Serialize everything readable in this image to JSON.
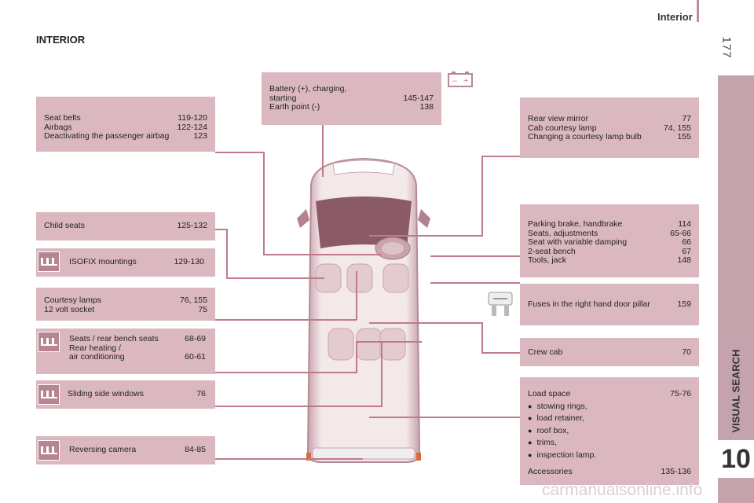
{
  "header": {
    "section": "Interior",
    "page_number": "177",
    "side_tab": "VISUAL SEARCH",
    "chapter": "10"
  },
  "title": "INTERIOR",
  "battery_icon": "battery-icon",
  "boxes": {
    "battery": {
      "rows": [
        {
          "label": "Battery (+), charging,",
          "page": ""
        },
        {
          "label": "starting",
          "page": "145-147"
        },
        {
          "label": "Earth point (-)",
          "page": "138"
        }
      ]
    },
    "seatbelts": {
      "rows": [
        {
          "label": "Seat belts",
          "page": "119-120"
        },
        {
          "label": "Airbags",
          "page": "122-124"
        },
        {
          "label": "Deactivating the passenger airbag",
          "page": "123"
        }
      ]
    },
    "child_seats": {
      "rows": [
        {
          "label": "Child seats",
          "page": "125-132"
        }
      ]
    },
    "isofix": {
      "rows": [
        {
          "label": "ISOFIX mountings",
          "page": "129-130"
        }
      ]
    },
    "courtesy": {
      "rows": [
        {
          "label": "Courtesy lamps",
          "page": "76, 155"
        },
        {
          "label": "12 volt socket",
          "page": "75"
        }
      ]
    },
    "seats_rear": {
      "rows": [
        {
          "label": "Seats / rear bench seats",
          "page": "68-69"
        },
        {
          "label": "Rear heating /",
          "page": ""
        },
        {
          "label": "air conditioning",
          "page": "60-61"
        }
      ]
    },
    "sliding": {
      "rows": [
        {
          "label": "Sliding side windows",
          "page": "76"
        }
      ]
    },
    "reversing": {
      "rows": [
        {
          "label": "Reversing camera",
          "page": "84-85"
        }
      ]
    },
    "mirror": {
      "rows": [
        {
          "label": "Rear view mirror",
          "page": "77"
        },
        {
          "label": "Cab courtesy lamp",
          "page": "74, 155"
        },
        {
          "label": "Changing a courtesy lamp bulb",
          "page": "155"
        }
      ]
    },
    "parking": {
      "rows": [
        {
          "label": "Parking brake, handbrake",
          "page": "114"
        },
        {
          "label": "Seats, adjustments",
          "page": "65-66"
        },
        {
          "label": "Seat with variable damping",
          "page": "66"
        },
        {
          "label": "2-seat bench",
          "page": "67"
        },
        {
          "label": "Tools, jack",
          "page": "148"
        }
      ]
    },
    "fuses": {
      "rows": [
        {
          "label": "Fuses in the right hand door pillar",
          "page": "159"
        }
      ]
    },
    "crewcab": {
      "rows": [
        {
          "label": "Crew cab",
          "page": "70"
        }
      ]
    },
    "load": {
      "heading": {
        "label": "Load space",
        "page": "75-76"
      },
      "bullets": [
        "stowing rings,",
        "load retainer,",
        "roof box,",
        "trims,",
        "inspection lamp."
      ],
      "footer": {
        "label": "Accessories",
        "page": "135-136"
      }
    }
  },
  "watermark": "carmanualsonline.info"
}
